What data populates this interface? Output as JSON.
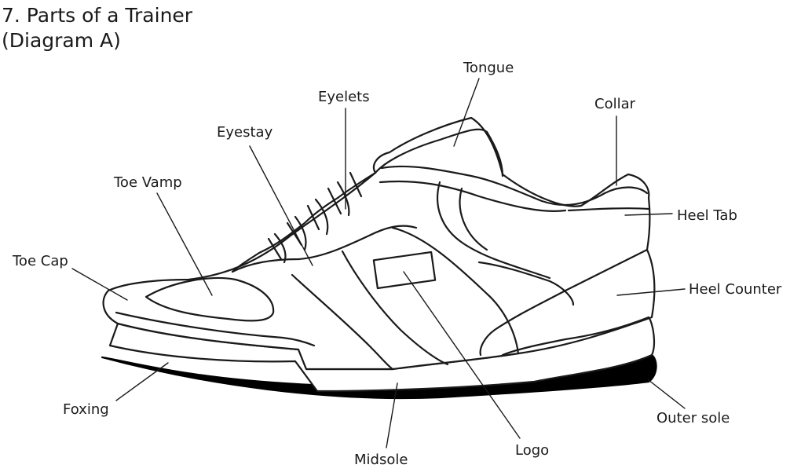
{
  "title": {
    "line1": "7. Parts of a Trainer",
    "line2": "(Diagram A)"
  },
  "labels": {
    "tongue": "Tongue",
    "eyelets": "Eyelets",
    "collar": "Collar",
    "eyestay": "Eyestay",
    "toe_vamp": "Toe Vamp",
    "heel_tab": "Heel Tab",
    "toe_cap": "Toe Cap",
    "heel_counter": "Heel Counter",
    "foxing": "Foxing",
    "outer_sole": "Outer sole",
    "midsole": "Midsole",
    "logo": "Logo"
  },
  "colors": {
    "ink": "#1a1a1a",
    "sole": "#000000",
    "background": "#ffffff"
  }
}
